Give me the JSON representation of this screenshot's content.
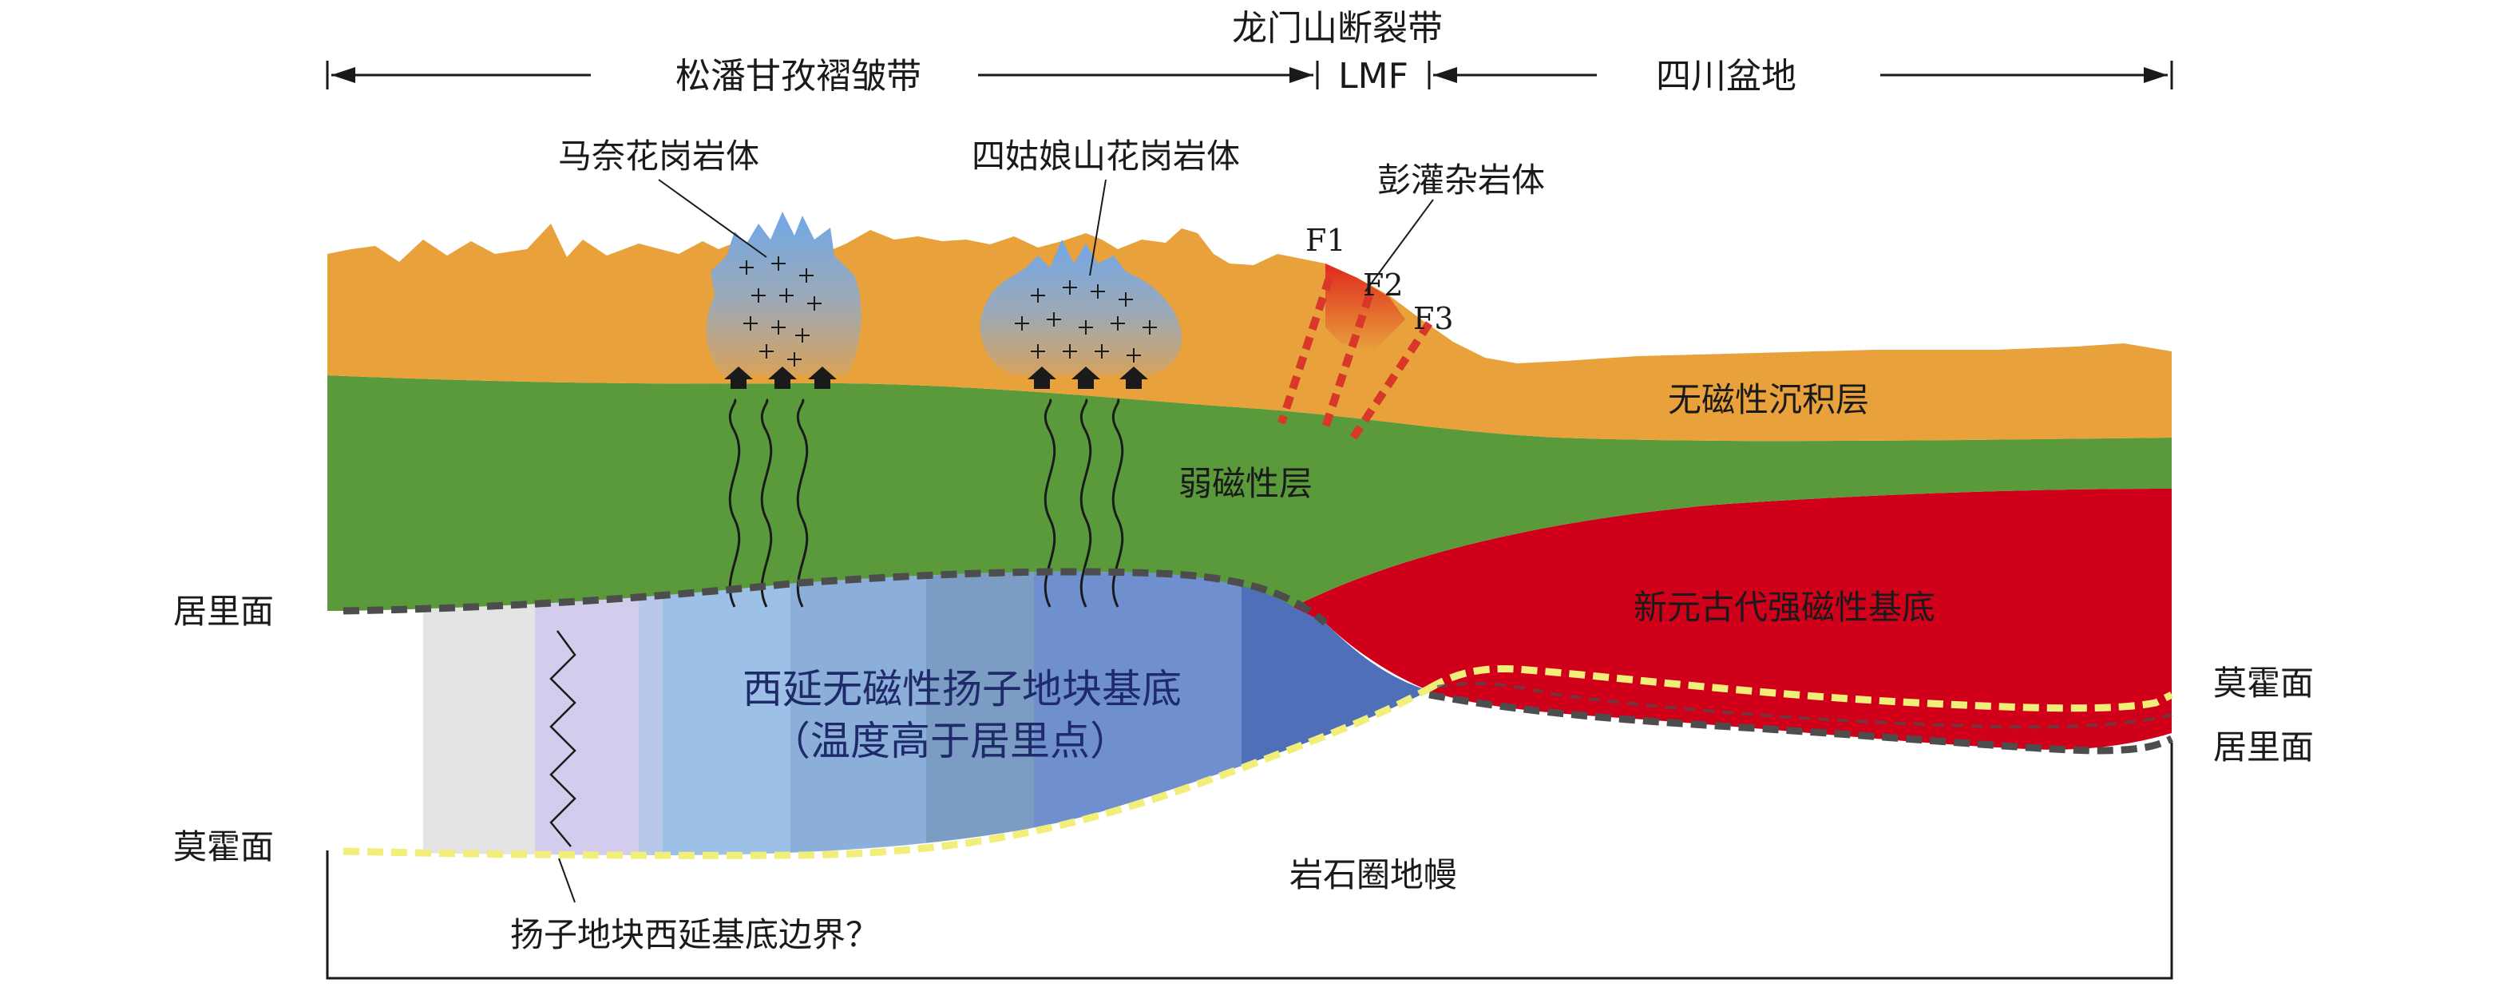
{
  "header": {
    "longmenshan_fault_zone": "龙门山断裂带",
    "songpan_ganzi_fold_belt": "松潘甘孜褶皱带",
    "lmf": "LMF",
    "sichuan_basin": "四川盆地"
  },
  "labels": {
    "manai_granite": "马奈花岗岩体",
    "siguniangshan_granite": "四姑娘山花岗岩体",
    "pengguan_complex": "彭灌杂岩体",
    "f1": "F1",
    "f2": "F2",
    "f3": "F3",
    "nonmagnetic_sediment": "无磁性沉积层",
    "weak_magnetic_layer": "弱磁性层",
    "curie_surface_left": "居里面",
    "neoproterozoic_basement": "新元古代强磁性基底",
    "yangtze_basement_line1": "西延无磁性扬子地块基底",
    "yangtze_basement_line2": "（温度高于居里点）",
    "moho_right": "莫霍面",
    "curie_surface_right": "居里面",
    "moho_left": "莫霍面",
    "lithospheric_mantle": "岩石圈地幔",
    "yangtze_boundary_question": "扬子地块西延基底边界？"
  },
  "colors": {
    "sediment_orange": "#E8A13B",
    "weak_magnetic_green": "#5A9A3A",
    "strong_basement_red": "#D0001B",
    "curie_line": "#4d4d4d",
    "moho_line": "#F2EE7A",
    "granite_blue": "#7FB2E5",
    "granite_orange": "#E8A13B",
    "fault_red": "#D9372A"
  }
}
